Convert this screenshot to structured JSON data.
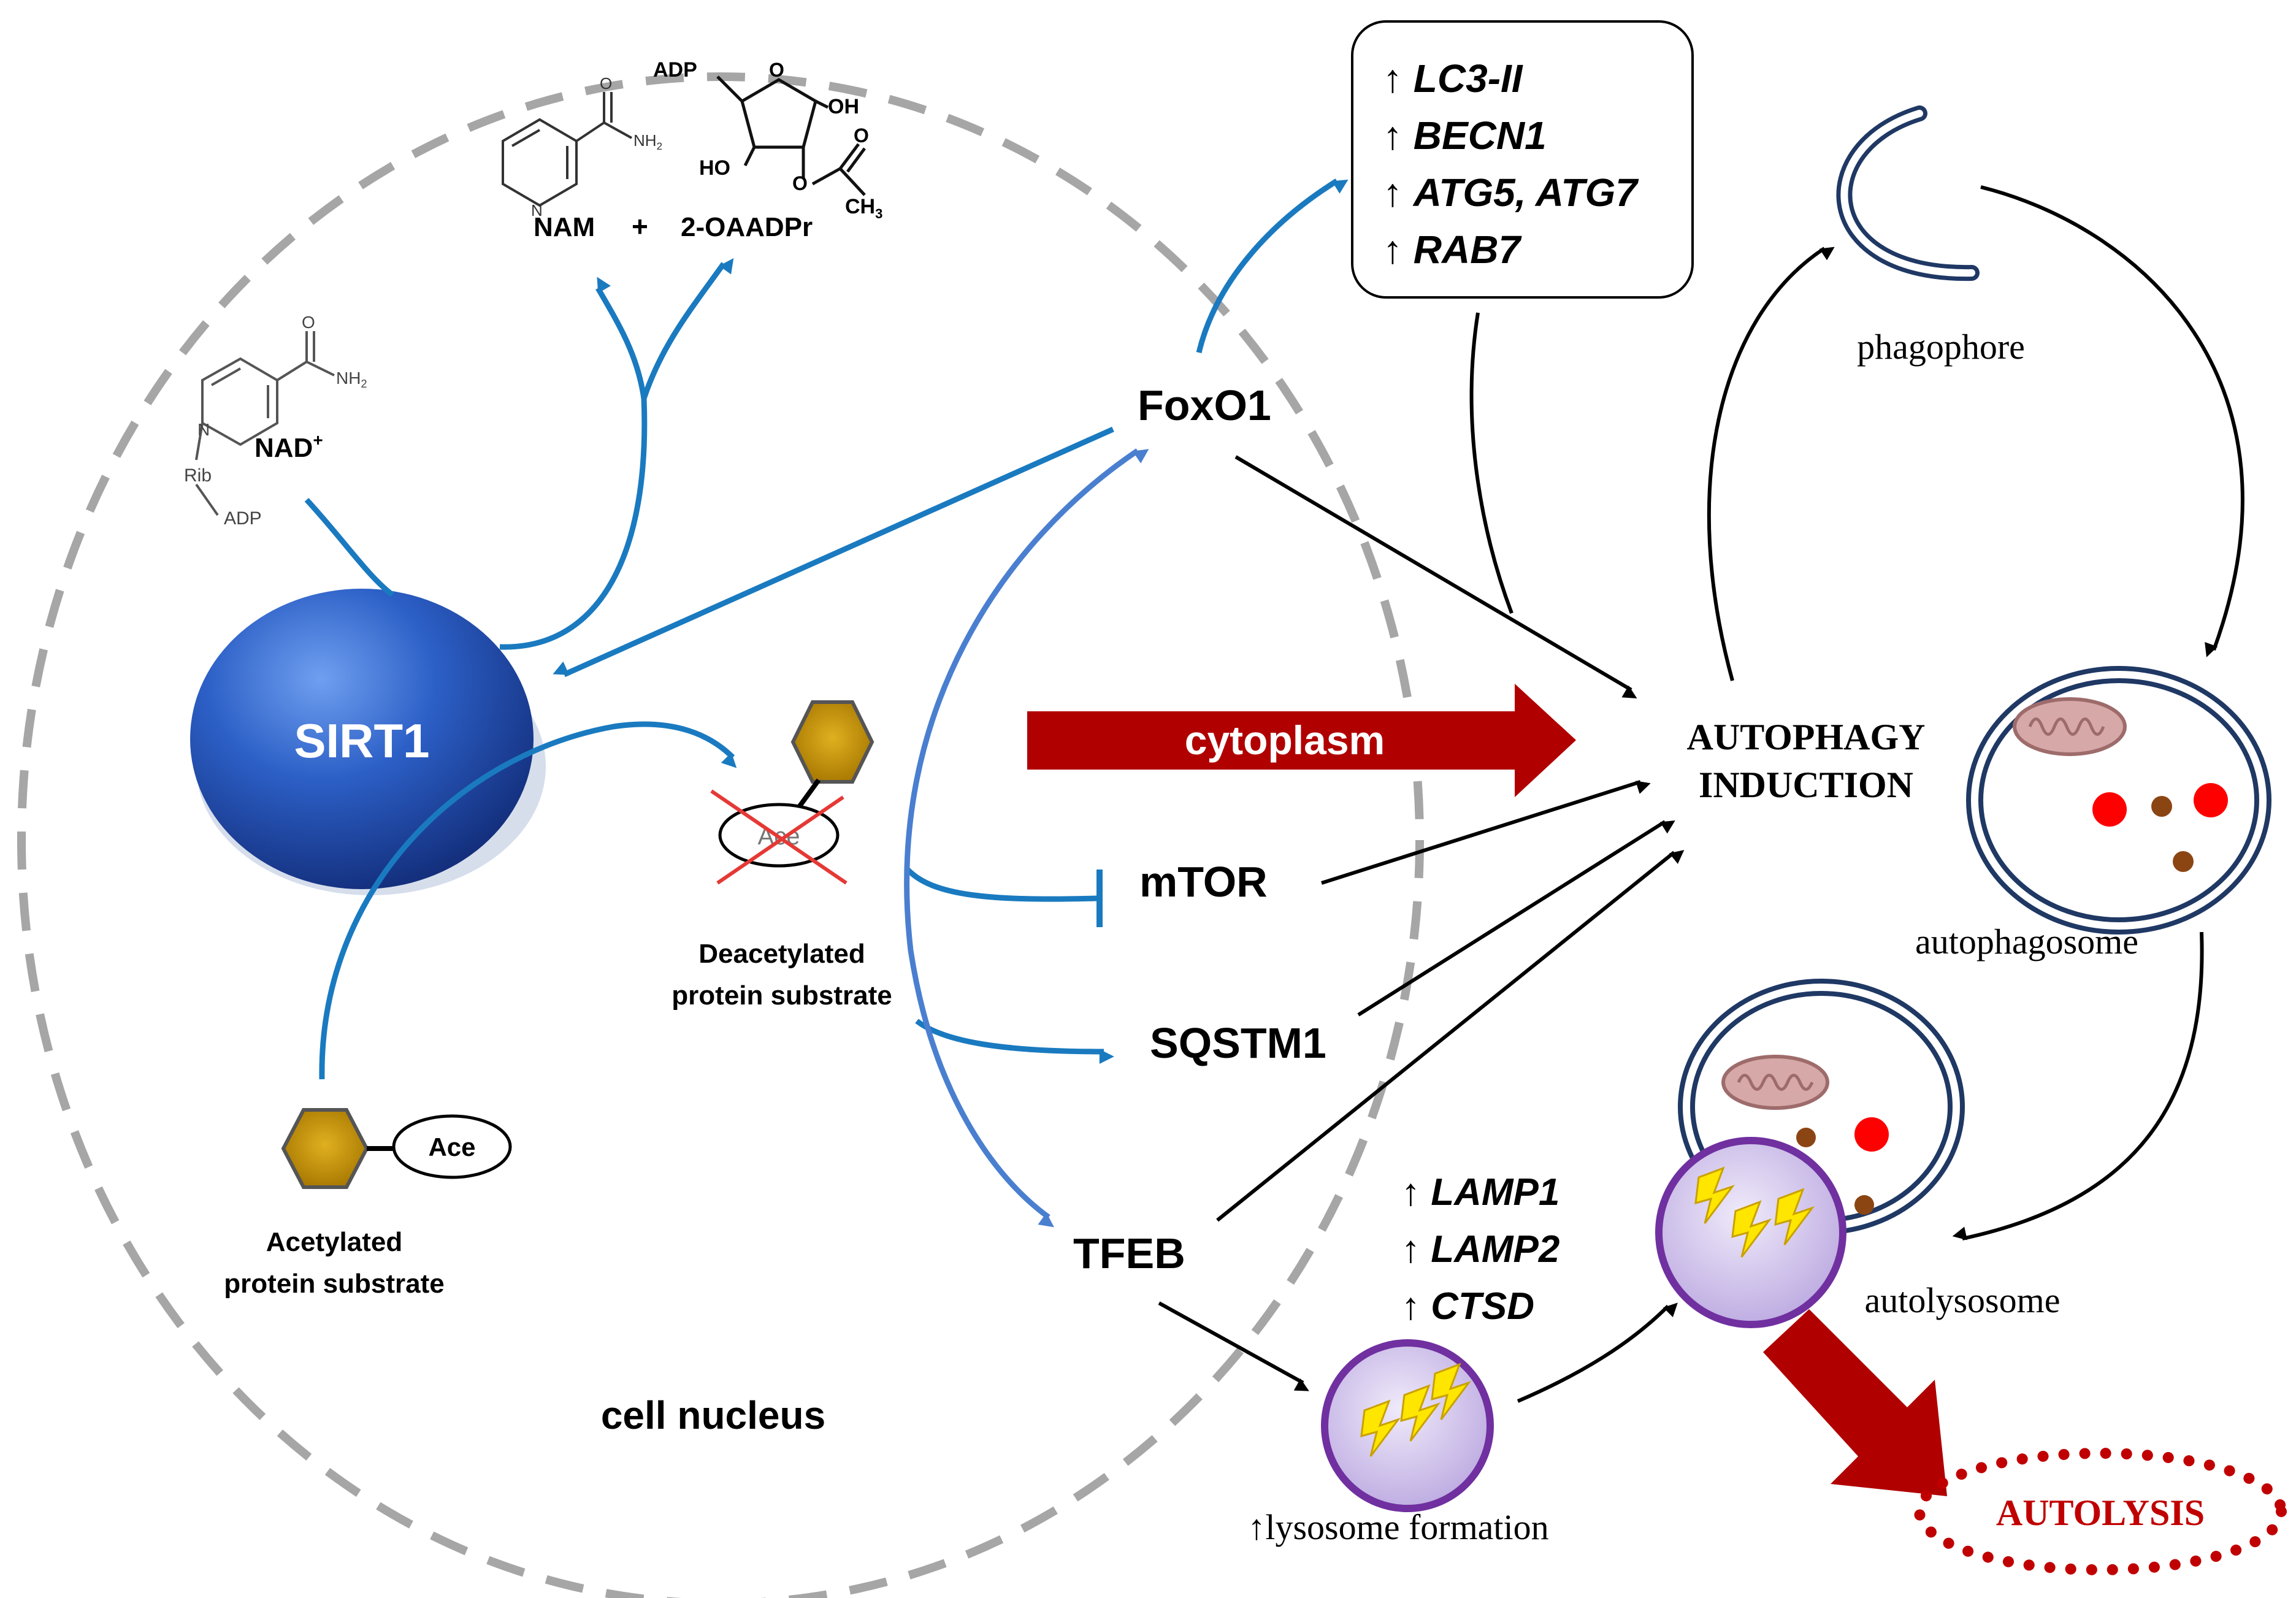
{
  "labels": {
    "sirt1": "SIRT1",
    "nad": "NAD",
    "nad_sup": "+",
    "nam": "NAM",
    "plus": "+",
    "oaadpr": "2-OAADPr",
    "chem_adp_top": "ADP",
    "chem_oh": "OH",
    "chem_ho": "HO",
    "chem_o": "O",
    "chem_ch3": "CH",
    "chem_ch3_sub": "3",
    "chem_nh2": "NH",
    "chem_nh2_sub": "2",
    "chem_n": "N",
    "chem_rib": "Rib",
    "chem_adp_nad": "ADP",
    "ace": "Ace",
    "deacetylated_line1": "Deacetylated",
    "deacetylated_line2": "protein substrate",
    "acetylated_line1": "Acetylated",
    "acetylated_line2": "protein substrate",
    "cell_nucleus": "cell nucleus",
    "foxo1": "FoxO1",
    "mtor": "mTOR",
    "sqstm1": "SQSTM1",
    "tfeb": "TFEB",
    "cytoplasm": "cytoplasm",
    "autophagy_line1": "AUTOPHAGY",
    "autophagy_line2": "INDUCTION",
    "phagophore": "phagophore",
    "autophagosome": "autophagosome",
    "autolysosome": "autolysosome",
    "lysosome_formation": "↑lysosome formation",
    "autolysis": "AUTOLYSIS"
  },
  "upregulated_autophagy_genes": [
    "LC3-II",
    "BECN1",
    "ATG5, ATG7",
    "RAB7"
  ],
  "upregulated_lysosome_genes": [
    "LAMP1",
    "LAMP2",
    "CTSD"
  ],
  "up_arrow": "↑",
  "colors": {
    "sirt1_light": "#5a8be6",
    "sirt1_dark": "#17388f",
    "blue_arrow": "#1a7ac0",
    "blue_arrow_light": "#4a7fd0",
    "dashed_circle": "#a6a6a6",
    "cytoplasm_arrow": "#b00000",
    "hexagon": "#c8960c",
    "lysosome_fill": "#c9bce6",
    "lysosome_stroke": "#7030a0",
    "membrane": "#1f3864",
    "red_dot": "#ff0000",
    "brown_dot": "#8b4513",
    "autolysis_red": "#c00000"
  }
}
